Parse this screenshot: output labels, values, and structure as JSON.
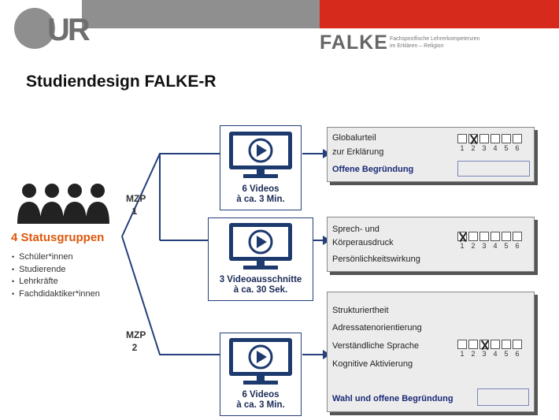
{
  "header": {
    "logo_text": "UR",
    "falke_word": "FALKE",
    "falke_subtitle_line1": "Fachspezifische Lehrerkompetenzen",
    "falke_subtitle_line2": "im Erklären – Religion",
    "colors": {
      "gray": "#8f8f8f",
      "red": "#d62a1c",
      "accent_orange": "#e0570a",
      "navy": "#1a2a55"
    }
  },
  "title": "Studiendesign FALKE-R",
  "groups": {
    "heading": "4 Statusgruppen",
    "items": [
      "Schüler*innen",
      "Studierende",
      "Lehrkräfte",
      "Fachdidaktiker*innen"
    ]
  },
  "mzp1": {
    "line1": "MZP",
    "line2": "1"
  },
  "mzp2": {
    "line1": "MZP",
    "line2": "2"
  },
  "videos": [
    {
      "line1": "6 Videos",
      "line2": "à ca. 3 Min."
    },
    {
      "line1": "3 Videoausschnitte",
      "line2": "à ca. 30 Sek."
    },
    {
      "line1": "6 Videos",
      "line2": "à ca. 3 Min."
    }
  ],
  "panels": [
    {
      "lines": [
        "Globalurteil",
        "zur Erklärung"
      ],
      "open": "Offene Begründung",
      "scale": {
        "labels": [
          "1",
          "2",
          "3",
          "4",
          "5",
          "6"
        ],
        "checked": 2
      }
    },
    {
      "lines": [
        "Sprech- und",
        "Körperausdruck",
        "Persönlichkeitswirkung"
      ],
      "scale": {
        "labels": [
          "1",
          "2",
          "3",
          "4",
          "5",
          "6"
        ],
        "checked": 1
      }
    },
    {
      "lines": [
        "Strukturiertheit",
        "Adressatenorientierung",
        "Verständliche Sprache",
        "Kognitive Aktivierung"
      ],
      "open": "Wahl und offene Begründung",
      "scale": {
        "labels": [
          "1",
          "2",
          "3",
          "4",
          "5",
          "6"
        ],
        "checked": 3
      }
    }
  ]
}
